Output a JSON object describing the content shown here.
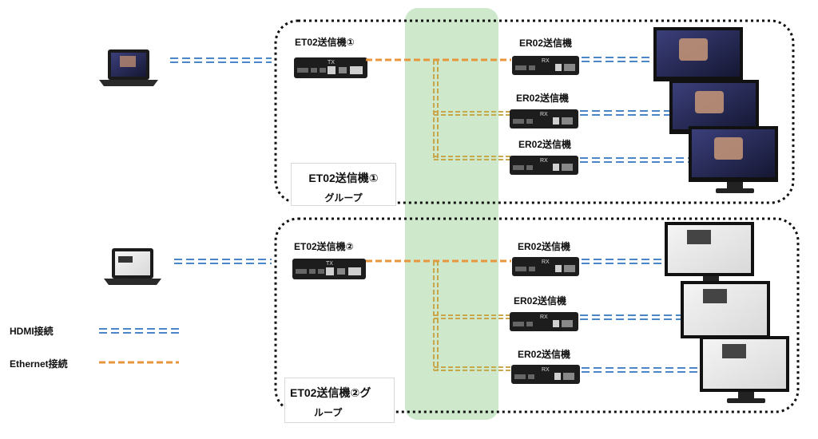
{
  "tx_device_label": "TX",
  "rx_device_label": "RX",
  "group1": {
    "transmitter_label": "ET02送信機①",
    "box_line1": "ET02送信機①",
    "box_line2": "グループ",
    "receivers": [
      "ER02送信機",
      "ER02送信機",
      "ER02送信機"
    ]
  },
  "group2": {
    "transmitter_label": "ET02送信機②",
    "box_line1": "ET02送信機②グ",
    "box_line2": "ループ",
    "receivers": [
      "ER02送信機",
      "ER02送信機",
      "ER02送信機"
    ]
  },
  "legend": {
    "hdmi": "HDMI接続",
    "ethernet": "Ethernet接続"
  },
  "colors": {
    "hdmi": "#4a86c8",
    "ethernet": "#e8963c",
    "ethernet_branch": "#c9a64a",
    "switch_zone": "#c9e6c6",
    "group_border": "#111111"
  }
}
